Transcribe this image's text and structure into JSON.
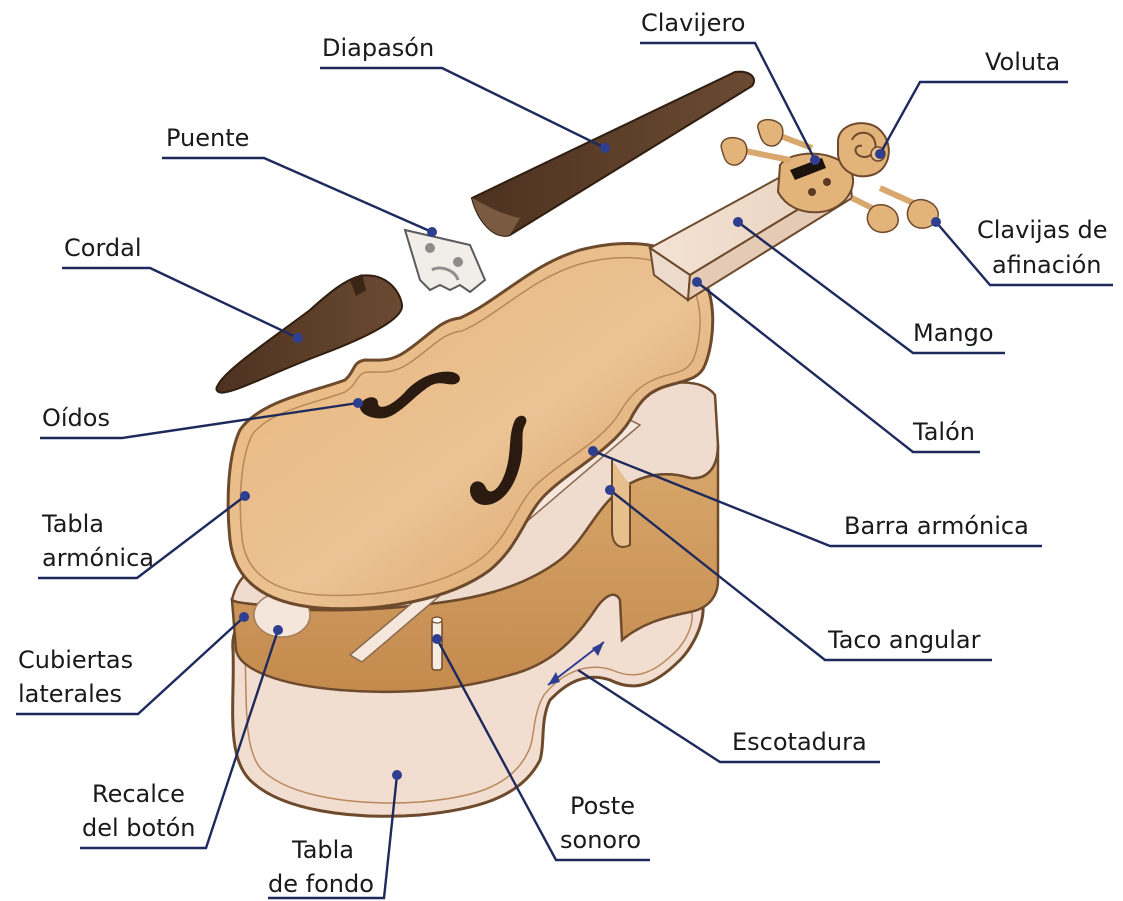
{
  "labels": {
    "diapason": "Diapasón",
    "clavijero": "Clavijero",
    "voluta": "Voluta",
    "puente": "Puente",
    "clavijas_1": "Clavijas de",
    "clavijas_2": "afinación",
    "cordal": "Cordal",
    "mango": "Mango",
    "oidos": "Oídos",
    "talon": "Talón",
    "tabla_armonica_1": "Tabla",
    "tabla_armonica_2": "armónica",
    "barra_armonica": "Barra armónica",
    "taco_angular": "Taco angular",
    "cubiertas_1": "Cubiertas",
    "cubiertas_2": "laterales",
    "escotadura": "Escotadura",
    "recalce_1": "Recalce",
    "recalce_2": "del botón",
    "poste_1": "Poste",
    "poste_2": "sonoro",
    "tabla_fondo_1": "Tabla",
    "tabla_fondo_2": "de fondo"
  },
  "colors": {
    "wood_light": "#e8c494",
    "wood_mid": "#d9a96b",
    "wood_dark": "#5a3a22",
    "back_plate": "#f1ddd0",
    "leader_line": "#1f2a5c",
    "leader_dot": "#2f3f8f"
  }
}
